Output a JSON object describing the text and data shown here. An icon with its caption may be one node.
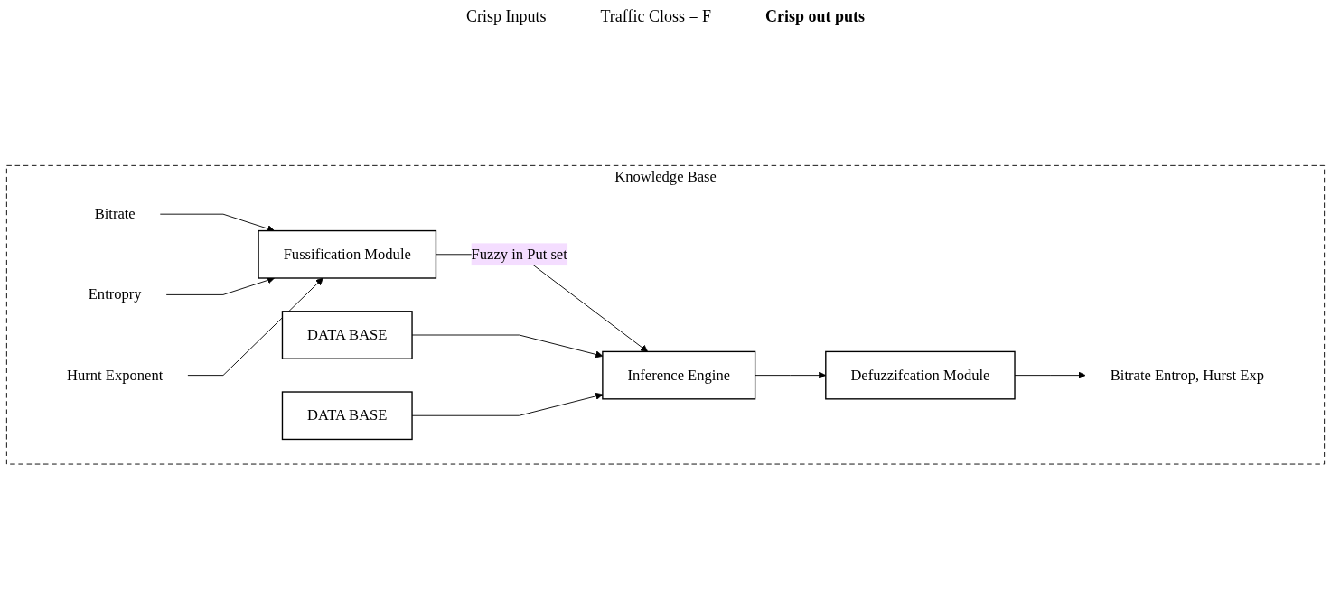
{
  "diagram": {
    "nodes": [
      {
        "text": [
          "Knowledge Base"
        ]
      },
      {
        "text": [
          "Bitrate"
        ],
        "in": 0
      },
      {
        "text": [
          "Entropry"
        ],
        "in": 0
      },
      {
        "text": [
          "Hurnt Exponent"
        ],
        "in": 0
      },
      {
        "text": [
          "Fussification Module"
        ],
        "in": 0
      },
      {
        "text": [
          "DATA BASE"
        ],
        "in": 0
      },
      {
        "text": [
          "DATA BASE"
        ],
        "in": 0
      },
      {
        "text": [
          "Inference Engine"
        ],
        "in": 0
      },
      {
        "text": [
          "Defuzzifcation Module"
        ],
        "in": 0
      },
      {
        "text": [
          "Bitrate Entrop, Hurst Exp"
        ],
        "in": 0
      }
    ],
    "edges": [
      {
        "from": 1,
        "to": 4,
        "arrow": "to"
      },
      {
        "from": 2,
        "to": 4,
        "arrow": "to"
      },
      {
        "from": 3,
        "to": 4,
        "arrow": "to"
      },
      {
        "from": 4,
        "to": 7,
        "label": "Fuzzy in Put set",
        "arrow": "to"
      },
      {
        "from": 5,
        "to": 7,
        "arrow": "to"
      },
      {
        "from": 6,
        "to": 7,
        "arrow": "to"
      },
      {
        "from": 7,
        "to": 8,
        "arrow": "to"
      },
      {
        "from": 8,
        "to": 9,
        "arrow": "to"
      }
    ],
    "labels": [
      "Crisp Inputs",
      "Traffic Closs = F",
      "Crisp out puts"
    ]
  }
}
